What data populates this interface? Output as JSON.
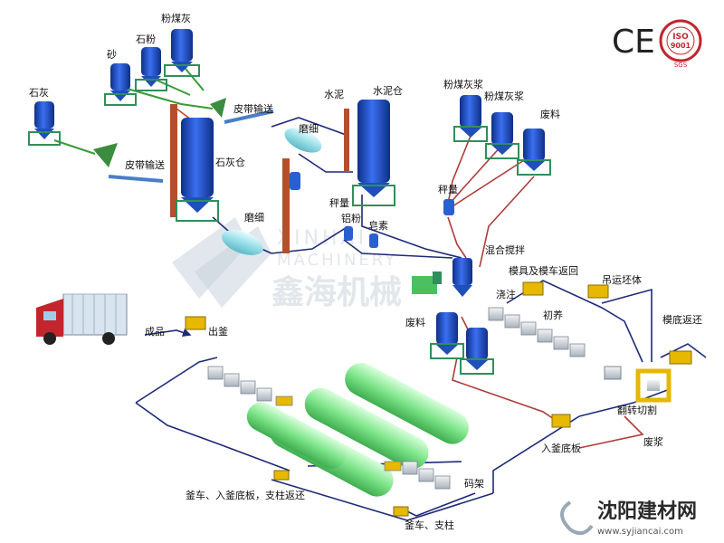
{
  "labels": {
    "sand": "砂",
    "stone_powder": "石粉",
    "fly_ash": "粉煤灰",
    "lime": "石灰",
    "belt_conveyor_top": "皮带输送",
    "belt_conveyor_left": "皮带输送",
    "cement": "水泥",
    "cement_silo": "水泥仓",
    "mill_top": "磨细",
    "lime_silo": "石灰仓",
    "mill_bottom": "磨细",
    "weighing_left": "秤量",
    "aluminum_powder": "铝粉",
    "soap_agent": "皂素",
    "fly_ash_slurry_1": "粉煤灰浆",
    "fly_ash_slurry_2": "粉煤灰浆",
    "waste_top": "废料",
    "weighing_right": "秤量",
    "mixing": "混合搅拌",
    "mold_return": "模具及模车返回",
    "pouring": "浇注",
    "precuring": "初养",
    "lift_block": "吊运坯体",
    "mold_base_return": "模底返还",
    "waste_mid": "废料",
    "flip_cut": "翻转切割",
    "waste_slurry": "废浆",
    "into_kettle_base": "入釜底板",
    "stacking": "码架",
    "kettle_car": "釜车、支柱",
    "kettle_return": "釜车、入釜底板，支柱返还",
    "finished": "成品",
    "out_kettle": "出釜"
  },
  "watermark": {
    "en_top": "XINHAI",
    "en_bottom": "MACHINERY",
    "cn": "鑫海机械"
  },
  "certs": {
    "ce": "CE",
    "iso": "ISO",
    "iso_num": "9001",
    "sgs": "SGS"
  },
  "footer": {
    "brand": "沈阳建材网",
    "url": "www.syjiancai.com"
  },
  "colors": {
    "silo_blue": "#1f4fb8",
    "frame_green": "#2f8f5a",
    "elevator_brown": "#b2502c",
    "mill_cyan": "#9fe3ea",
    "autoclave_green": "#8ff09a",
    "line_blue": "#1e2a78",
    "line_red": "#b03a3a",
    "belt_blue": "#4a7ec8",
    "mold_yellow": "#e6b800"
  }
}
